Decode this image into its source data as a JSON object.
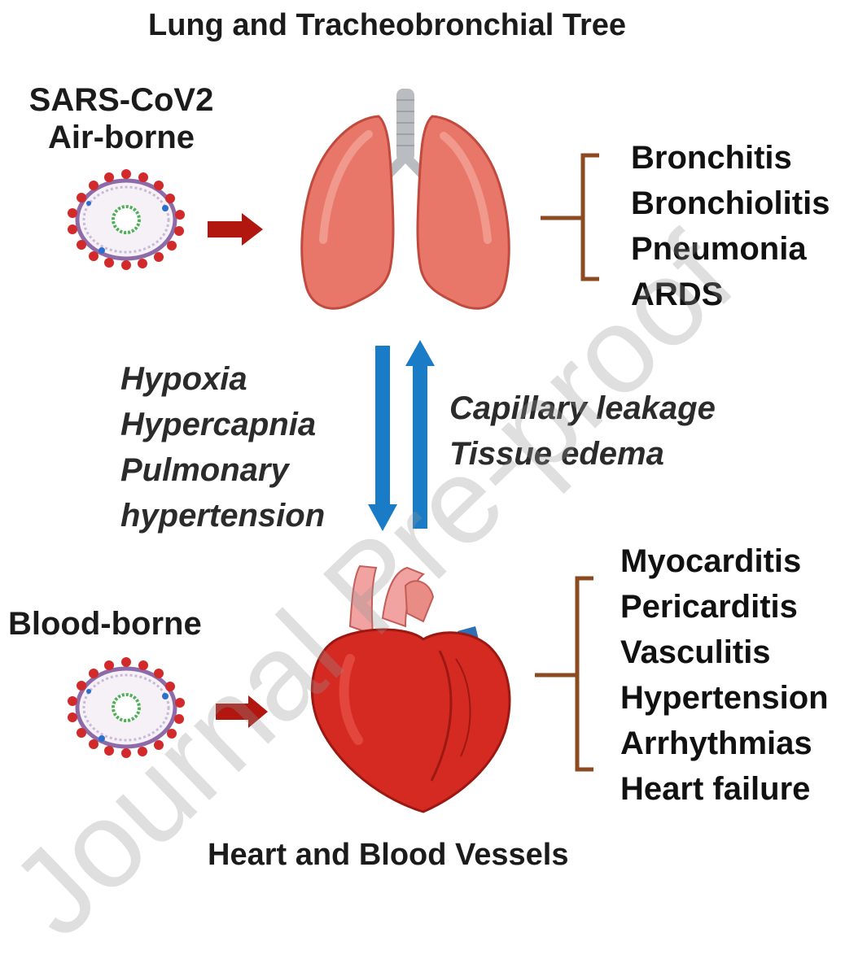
{
  "titles": {
    "top": "Lung and Tracheobronchial Tree",
    "bottom": "Heart and Blood Vessels"
  },
  "sources": {
    "airborne": [
      "SARS-CoV2",
      "Air-borne"
    ],
    "bloodborne": "Blood-borne"
  },
  "lung_conditions": [
    "Bronchitis",
    "Bronchiolitis",
    "Pneumonia",
    "ARDS"
  ],
  "heart_conditions": [
    "Myocarditis",
    "Pericarditis",
    "Vasculitis",
    "Hypertension",
    "Arrhythmias",
    "Heart failure"
  ],
  "lung_to_heart_effects": [
    "Hypoxia",
    "Hypercapnia",
    "Pulmonary",
    "hypertension"
  ],
  "heart_to_lung_effects": [
    "Capillary leakage",
    "Tissue edema"
  ],
  "watermark": "Journal Pre-proof",
  "colors": {
    "red_arrow": "#b1170f",
    "blue_arrow": "#1a7cc6",
    "bracket": "#8b4a1f",
    "lung": "#e8776a",
    "heart": "#d42a22",
    "trachea": "#b9bcc0"
  },
  "icons": {
    "virus": "coronavirus-icon",
    "lungs": "lungs-illustration",
    "heart": "heart-illustration"
  }
}
